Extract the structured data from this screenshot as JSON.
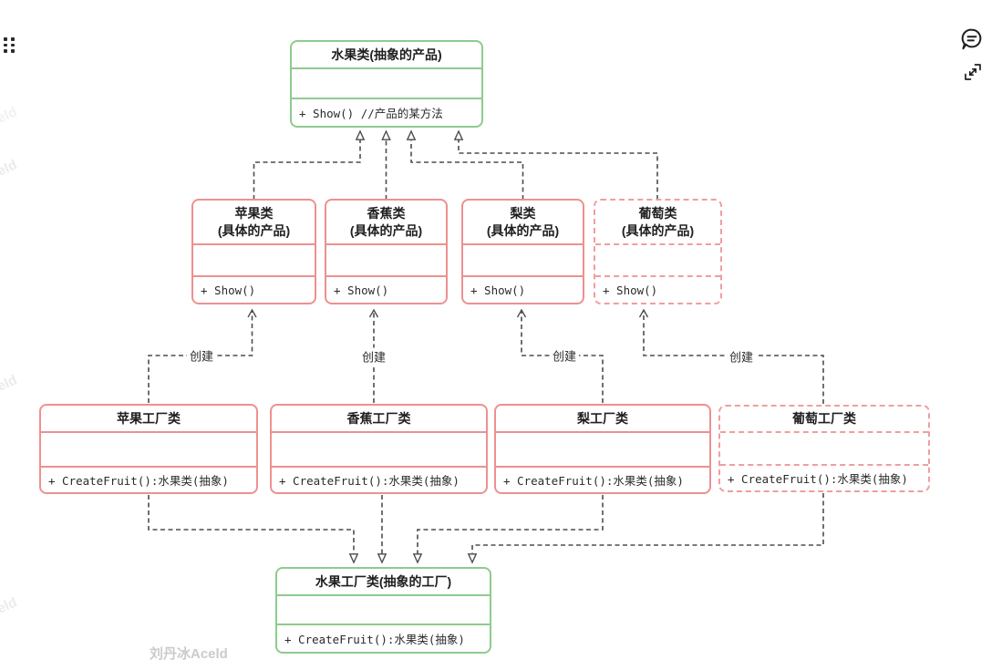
{
  "diagram": {
    "abstract_product": {
      "title": "水果类(抽象的产品)",
      "method": "+ Show() //产品的某方法"
    },
    "products": [
      {
        "name": "苹果类",
        "stereo": "(具体的产品)",
        "method": "+ Show()"
      },
      {
        "name": "香蕉类",
        "stereo": "(具体的产品)",
        "method": "+ Show()"
      },
      {
        "name": "梨类",
        "stereo": "(具体的产品)",
        "method": "+ Show()"
      },
      {
        "name": "葡萄类",
        "stereo": "(具体的产品)",
        "method": "+ Show()"
      }
    ],
    "factories": [
      {
        "name": "苹果工厂类",
        "method": "+ CreateFruit():水果类(抽象)"
      },
      {
        "name": "香蕉工厂类",
        "method": "+ CreateFruit():水果类(抽象)"
      },
      {
        "name": "梨工厂类",
        "method": "+ CreateFruit():水果类(抽象)"
      },
      {
        "name": "葡萄工厂类",
        "method": "+ CreateFruit():水果类(抽象)"
      }
    ],
    "abstract_factory": {
      "title": "水果工厂类(抽象的工厂)",
      "method": "+ CreateFruit():水果类(抽象)"
    },
    "edge_labels": [
      {
        "text": "创建"
      },
      {
        "text": "创建"
      },
      {
        "text": "创建"
      },
      {
        "text": "创建"
      }
    ]
  },
  "colors": {
    "green_border": "#8ecb8e",
    "pink_border": "#ee9090",
    "pink_dashed_border": "#f09e9e",
    "line": "#4d4d4d",
    "watermark": "#cbcbcb"
  },
  "icons": {
    "drag_handle": "grid-dots",
    "comment": "speech-bubble",
    "expand": "fullscreen-arrows"
  },
  "watermark": {
    "text": "刘丹冰Aceld",
    "fragment": "eld"
  }
}
